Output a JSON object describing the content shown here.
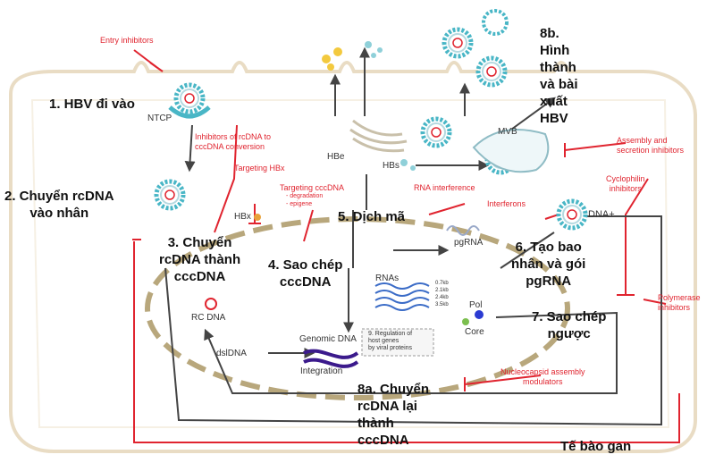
{
  "steps": {
    "s1": "1. HBV đi vào",
    "s2": "2. Chuyển rcDNA\nvào nhân",
    "s3": "3. Chuyển\nrcDNA thành\ncccDNA",
    "s4": "4. Sao chép\ncccDNA",
    "s5": "5. Dịch mã",
    "s6": "6. Tạo bao\nnhân và gói\npgRNA",
    "s7": "7. Sao chép\nngược",
    "s8a": "8a. Chuyển\nrcDNA lại\nthành\ncccDNA",
    "s8b": "8b.\nHình\nthành\nvà bài\nxuất\nHBV",
    "cell": "Tế bào gan"
  },
  "inhibitors": {
    "entry": "Entry inhibitors",
    "rcdna_conversion": "Inhibitors of rcDNA to\ncccDNA conversion",
    "targeting_hbx": "Targeting HBx",
    "targeting_cccdna": "Targeting cccDNA",
    "cccdna_sub": "- degradation\n- epigene",
    "rna_interference": "RNA interference",
    "interferons": "Interferons",
    "assembly_secretion": "Assembly and\nsecretion inhibitors",
    "cyclophilin": "Cyclophilin\ninhibitors",
    "polymerase": "Polymerase\ninhibitors",
    "nucleocapsid": "Nucleocapsid assembly\nmodulators"
  },
  "labels": {
    "ntcp": "NTCP",
    "hbe": "HBe",
    "hbs": "HBs",
    "mvb": "MVB",
    "hbx": "HBx",
    "dna_plus": "DNA+",
    "pgrna": "pgRNA",
    "rnas": "RNAs",
    "rna_sizes": [
      "3.5kb",
      "2.4kb",
      "2.1kb",
      "0.7kb"
    ],
    "pol": "Pol",
    "core": "Core",
    "rc_dna": "RC DNA",
    "dsldna": "dslDNA",
    "genomic_dna": "Genomic DNA",
    "integration": "Integration",
    "regulation": "9. Regulation of\nhost genes\nby viral proteins"
  },
  "colors": {
    "inhibitor_red": "#e0242f",
    "pathway_gray": "#444444",
    "membrane_beige": "#e9dcc4",
    "nucleus_dash": "#b8a77c",
    "virion_teal": "#49b6c6",
    "dna_purple": "#3b1a8c"
  }
}
